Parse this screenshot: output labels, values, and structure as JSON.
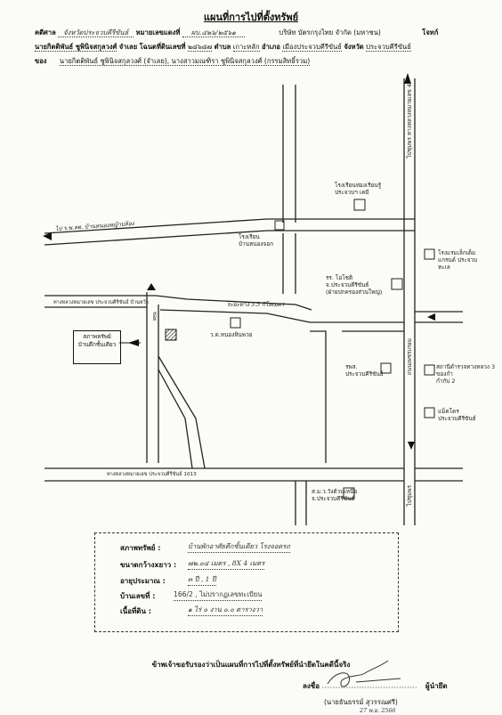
{
  "title": "แผนที่การไปที่ตั้งทรัพย์",
  "header": {
    "case_label": "คดีศาล",
    "court_name": "จังหวัดประจวบคีรีขันธ์",
    "black_no_label": "หมายเลขแดงที่",
    "black_no_value": "ผบ.๔๒๖/๒๕๖๑",
    "plaintiff": "บริษัท บัตรกรุงไทย จำกัด (มหาชน)",
    "plaintiff_label": "โจทก์",
    "defendant": "นายกิตติพันธ์ ชูพินิจสกุลวงศ์",
    "defendant_label": "จำเลย",
    "deed_label": "โฉนดที่ดินเลขที่",
    "deed_no": "๒๘๖๘๗",
    "tambon_label": "ตำบล",
    "tambon": "เกาะหลัก",
    "amphoe_label": "อำเภอ",
    "amphoe": "เมืองประจวบคีรีขันธ์",
    "province_label": "จังหวัด",
    "province": "ประจวบคีรีขันธ์",
    "owner_label": "ของ",
    "owners": "นายกิตติพันธ์ ชูพินิจสกุลวงศ์ (จำเลย), นางสาวมณฑิรา ชูพินิจสกุลวงศ์ (กรรมสิทธิ์รวม)"
  },
  "map": {
    "road_top_left": "ไป ร.พ.สต. บ้านหนองหญ้าปล้อง",
    "road_right_vertical": "ไปชุมพร ทางหลวงหมายเลข 4",
    "road_right_lower": "ไปชุมพร",
    "road_middle": "ทางหลวงหมายเลข ประจวบคีรีขันธ์ บ้านหว้า",
    "road_middle_right": "ระยะทาง 3.5 กิโลเมตร",
    "road_bottom": "ทางหลวงหมายเลข ประจวบคีรีขันธ์ 1013",
    "road_vertical_label": "ถนนเพชรเกษม",
    "soi_label": "ซอย",
    "property_note_1": "สภาพทรัพย์",
    "property_note_2": "บ้านตึกชั้นเดียว",
    "landmarks": {
      "school_top": [
        "โรงเรียนท่องเรียนรู้",
        "ประจวบฯ เคมี"
      ],
      "school_left": [
        "โรงเรียน",
        "บ้านหนองจอก"
      ],
      "school_mid": [
        "รร. โอโชติ",
        "จ.ประจวบคีรีขันธ์",
        "(ฝ่ายปกครองส่วนใหญ่)"
      ],
      "temple": "ว.ด.หนองหินพวย",
      "hospital": [
        "รพส.",
        "ประจวบคีรีขันธ์"
      ],
      "right_top": [
        "โรงแรมเล็กเต็ม",
        "แกรนด์ ประจวบ",
        "ทะเล"
      ],
      "right_mid": [
        "สถานีตำรวจทางหลวง 3 ของกำ",
        "กำกับ 2"
      ],
      "right_low": [
        "แม็คโคร",
        "ประจวบคีรีขันธ์"
      ],
      "bottom_school": [
        "ส.ม.ว.วังด้วนเหนือ",
        "จ.ประจวบคีรีขันธ์"
      ]
    }
  },
  "property": {
    "type_label": "สภาพทรัพย์ :",
    "type_value": "บ้านพักอาศัยตึกชั้นเดียว โรงจอดรถ",
    "size_label": "ขนาดกว้างxยาว :",
    "size_value": "๗๒.๐๔ เมตร , 8X 4 เมตร",
    "age_label": "อายุประมาณ :",
    "age_value": "๓ ปี , 1 ปี",
    "house_no_label": "บ้านเลขที่ :",
    "house_no_value": "166/2 , ไม่ปรากฏเลขทะเบียน",
    "area_label": "เนื้อที่ดิน :",
    "area_value": "๑ ไร่ ๐ งาน ๐.๐ ตารางวา"
  },
  "certify": "ข้าพเจ้าขอรับรองว่าเป็นแผนที่การไปที่ตั้งทรัพย์ที่นำยึดในคดีนี้จริง",
  "sign_label": "ลงชื่อ",
  "signer_role": "ผู้นำยึด",
  "signer_name": "(นายธันธรรม์ สุวรรณศรี)",
  "sign_date": "27 พ.ย. 2566"
}
